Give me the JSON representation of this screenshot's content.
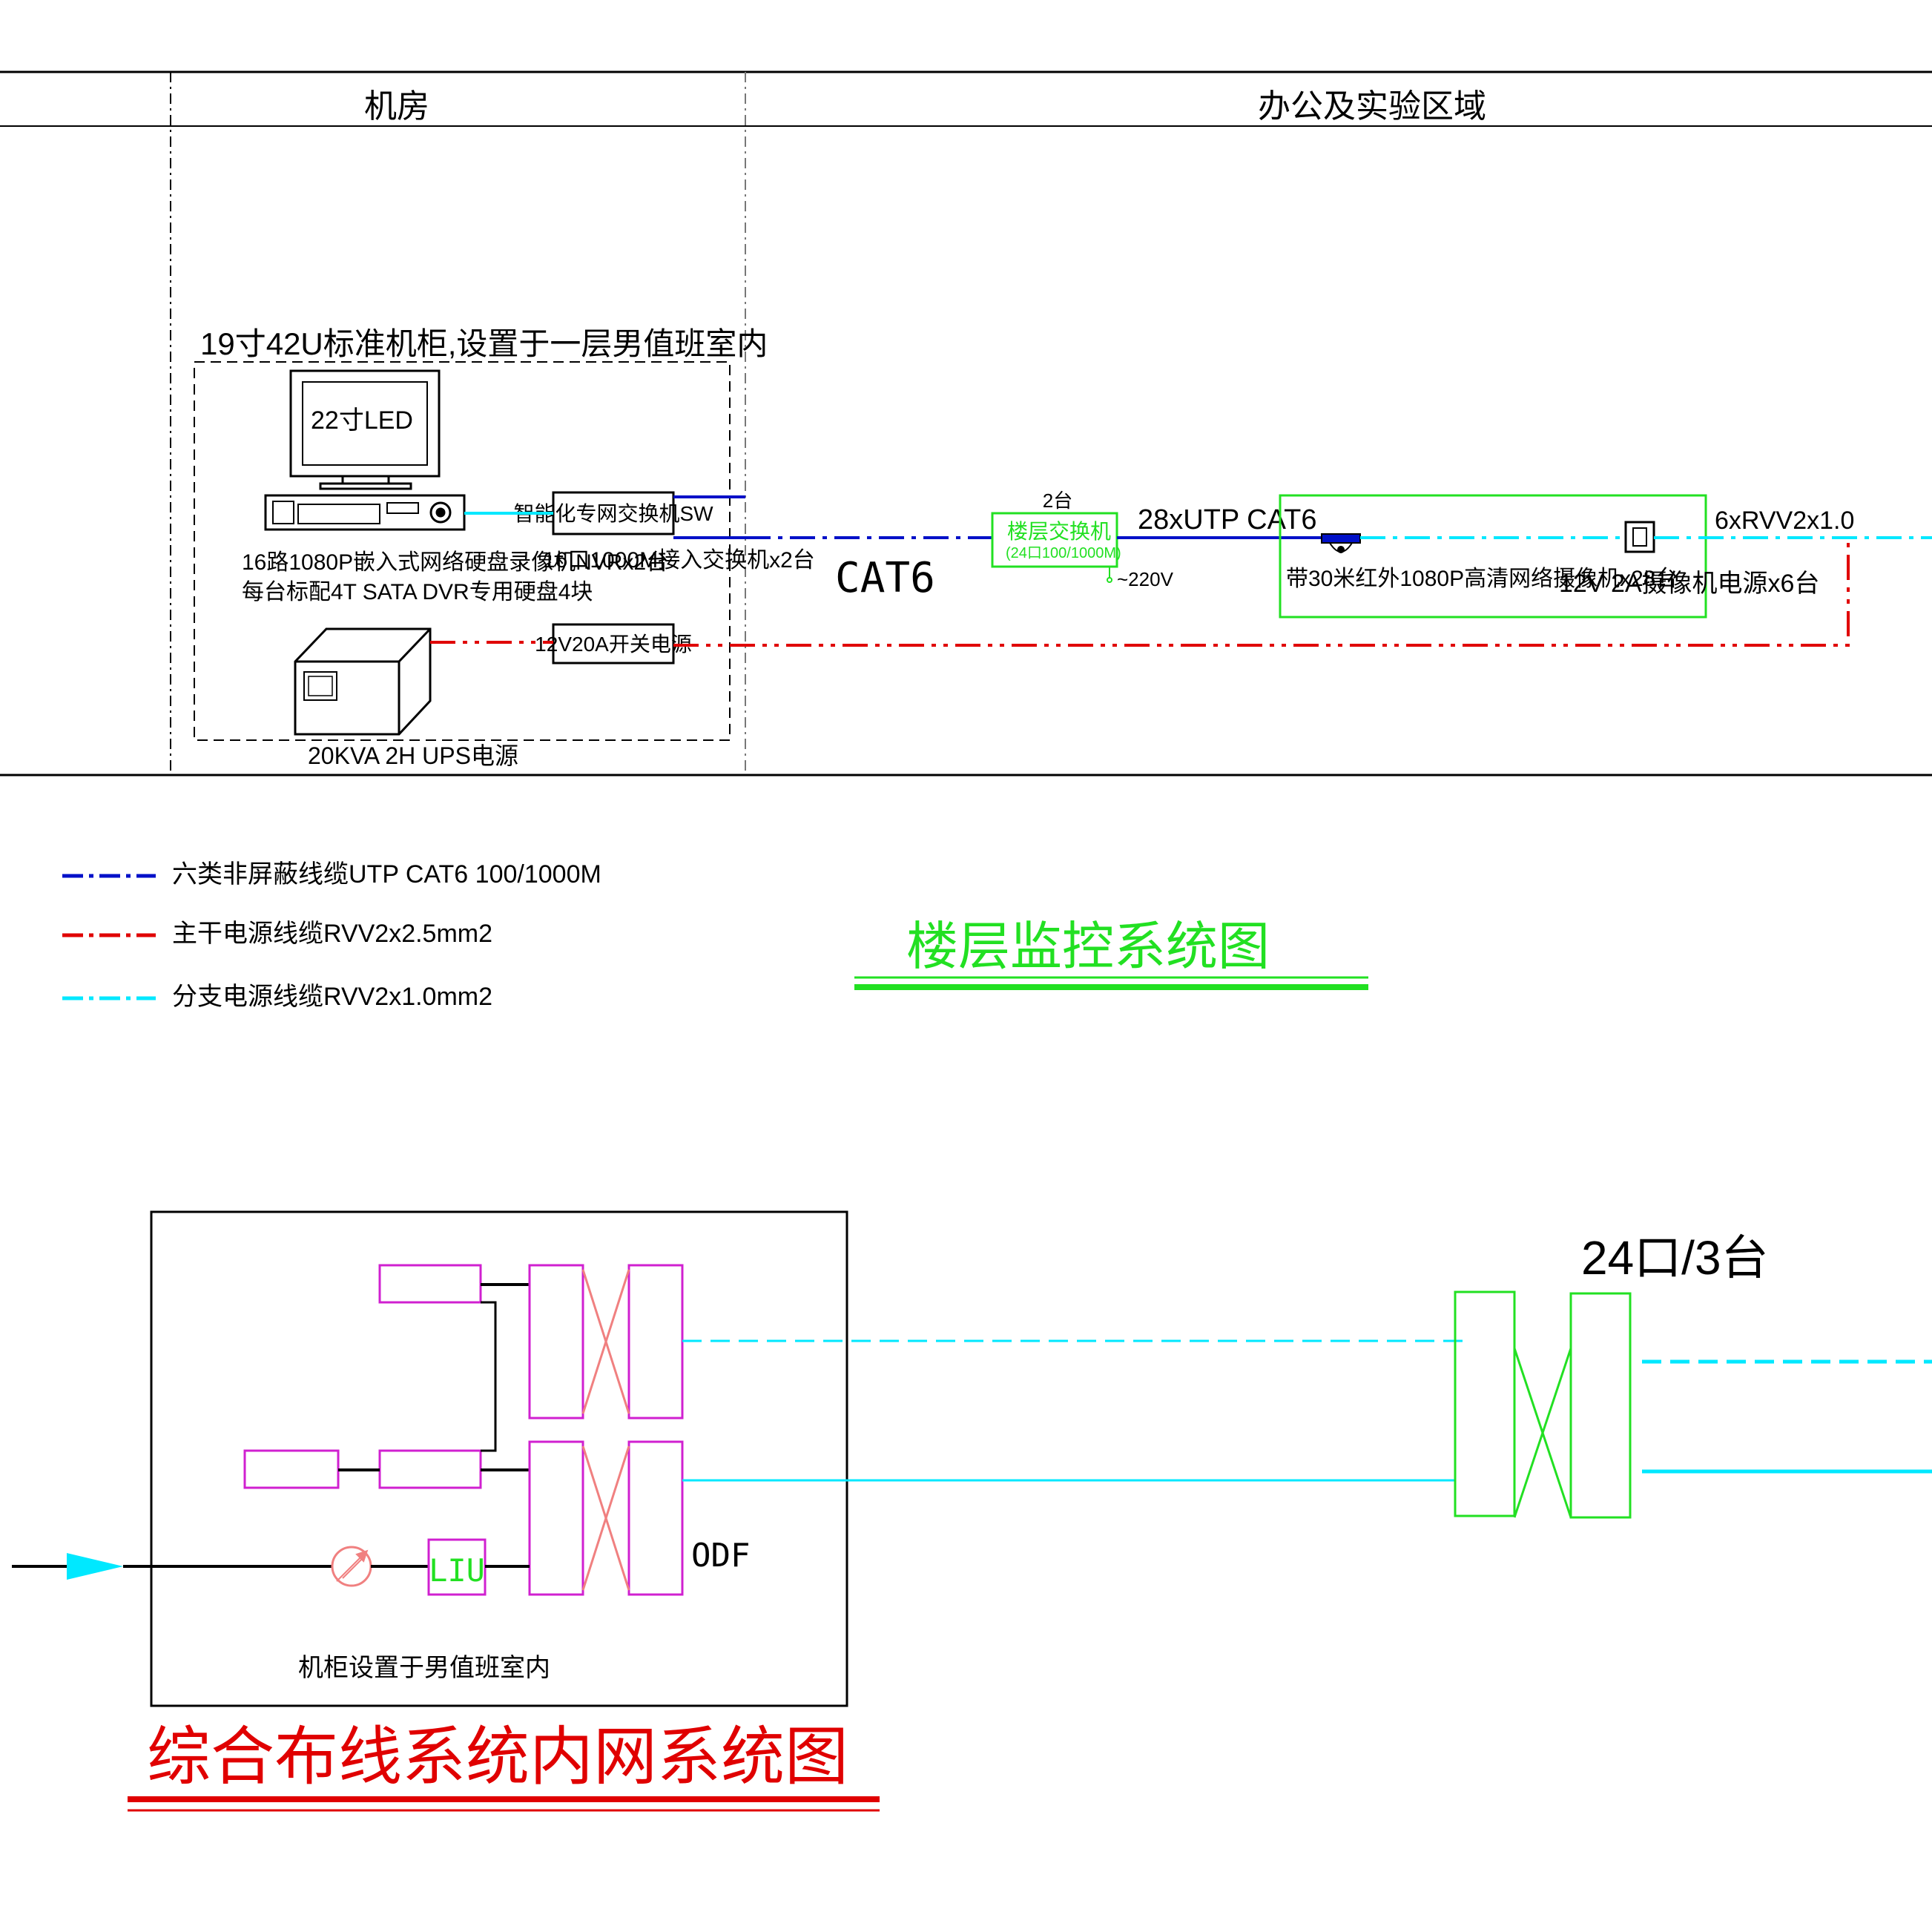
{
  "header": {
    "col_machine_room": "机房",
    "col_office_lab": "办公及实验区域"
  },
  "cabinet": {
    "label": "19寸42U标准机柜,设置于一层男值班室内",
    "monitor": "22寸LED",
    "nvr_line1": "16路1080P嵌入式网络硬盘录像机NVRx2台",
    "nvr_line2": "每台标配4T SATA DVR专用硬盘4块",
    "sw_box": "智能化专网交换机SW",
    "sw_caption": "16口1000M接入交换机x2台",
    "psu_box": "12V20A开关电源",
    "ups_caption": "20KVA 2H UPS电源"
  },
  "links": {
    "cat6": "CAT6",
    "floor_switch_qty": "2台",
    "floor_switch_line1": "楼层交换机",
    "floor_switch_line2": "(24口100/1000M)",
    "ac_220": "~220V",
    "utp_cat6": "28xUTP CAT6",
    "camera_caption": "带30米红外1080P高清网络摄像机x28台",
    "psu12v_caption": "12V 2A摄像机电源x6台",
    "rvv_out": "6xRVV2x1.0"
  },
  "legend": [
    {
      "text": "六类非屏蔽线缆UTP CAT6  100/1000M",
      "color": "#0010c8"
    },
    {
      "text": "主干电源线缆RVV2x2.5mm2",
      "color": "#e00000"
    },
    {
      "text": "分支电源线缆RVV2x1.0mm2",
      "color": "#00e8ff"
    }
  ],
  "title_top": "楼层监控系统图",
  "bottom": {
    "qty_label": "24口/3台",
    "liu": "LIU",
    "odf": "ODF",
    "cabinet_note": "机柜设置于男值班室内"
  },
  "title_bottom": "综合布线系统内网系统图",
  "colors": {
    "blue": "#0010c8",
    "red": "#e00000",
    "cyan": "#00e8ff",
    "green": "#22e022",
    "magenta": "#d020d0",
    "pink": "#f08080",
    "black": "#000000"
  }
}
